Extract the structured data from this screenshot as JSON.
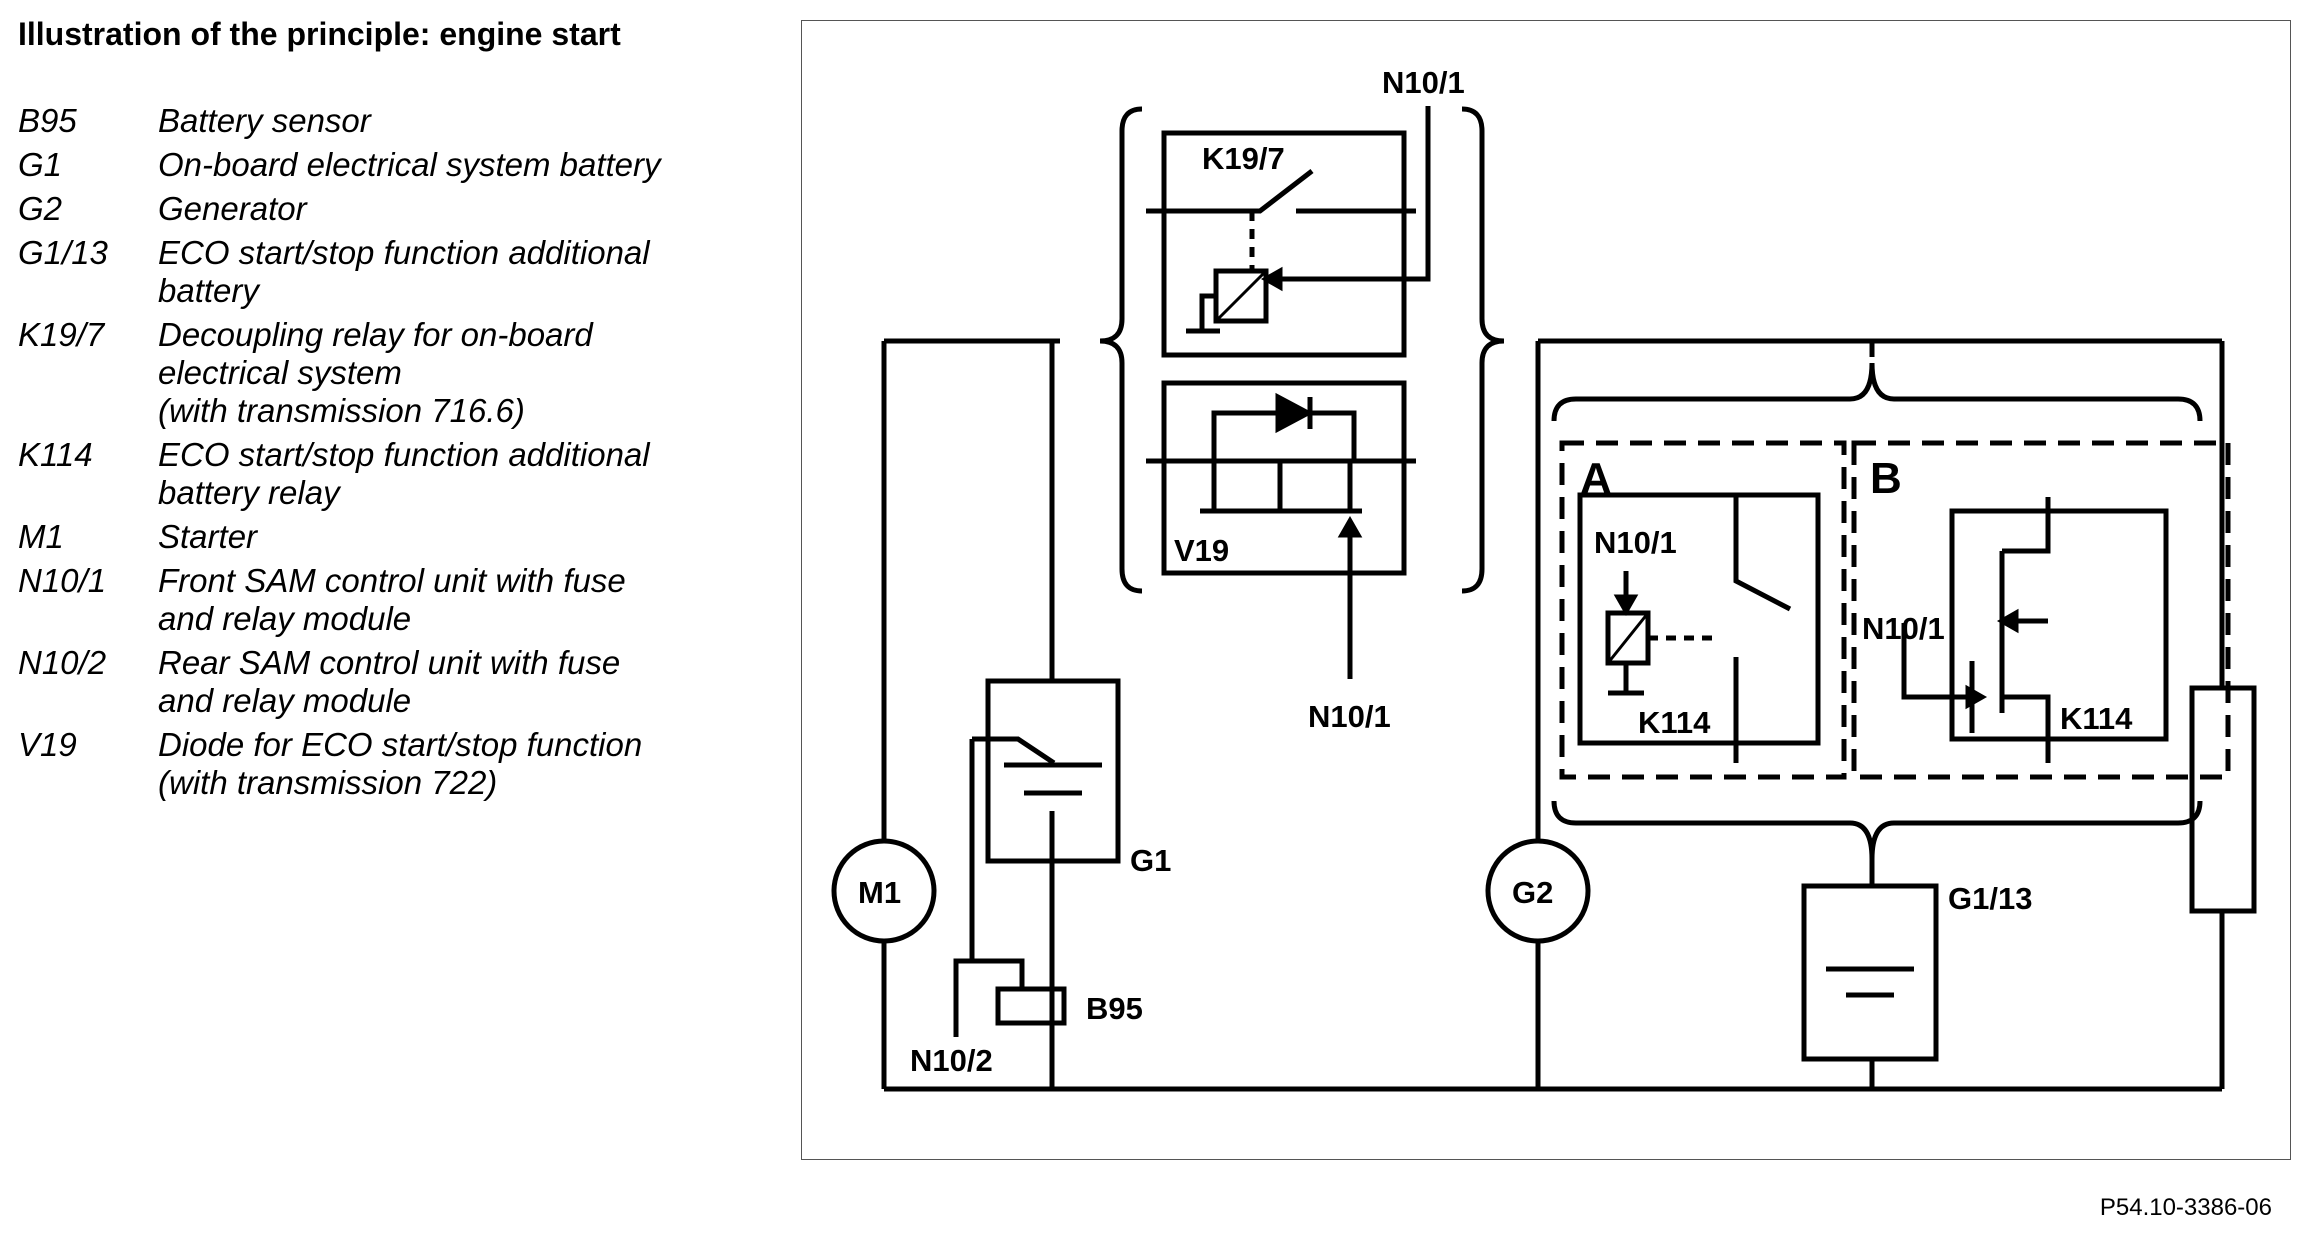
{
  "title": "Illustration of the principle: engine start",
  "legend": [
    {
      "code": "B95",
      "lines": [
        "Battery sensor"
      ]
    },
    {
      "code": "G1",
      "lines": [
        "On-board electrical system battery"
      ]
    },
    {
      "code": "G2",
      "lines": [
        "Generator"
      ]
    },
    {
      "code": "G1/13",
      "lines": [
        "ECO start/stop function additional",
        "battery"
      ]
    },
    {
      "code": "K19/7",
      "lines": [
        "Decoupling relay for on-board",
        "electrical system",
        "(with transmission 716.6)"
      ]
    },
    {
      "code": "K114",
      "lines": [
        "ECO start/stop function additional",
        "battery relay"
      ]
    },
    {
      "code": "M1",
      "lines": [
        "Starter"
      ]
    },
    {
      "code": "N10/1",
      "lines": [
        "Front SAM control unit with fuse",
        "and relay module"
      ]
    },
    {
      "code": "N10/2",
      "lines": [
        "Rear SAM control unit with fuse",
        "and relay module"
      ]
    },
    {
      "code": "V19",
      "lines": [
        "Diode for ECO start/stop function",
        "(with transmission 722)"
      ]
    }
  ],
  "diagram_labels": {
    "n10_1_top": "N10/1",
    "k19_7": "K19/7",
    "v19": "V19",
    "n10_1_mid": "N10/1",
    "g1": "G1",
    "b95": "B95",
    "n10_2": "N10/2",
    "m1": "M1",
    "g2": "G2",
    "g1_13": "G1/13",
    "a": "A",
    "b": "B",
    "n10_1_a": "N10/1",
    "k114_a": "K114",
    "n10_1_b": "N10/1",
    "k114_b": "K114"
  },
  "figure_ref": "P54.10-3386-06"
}
